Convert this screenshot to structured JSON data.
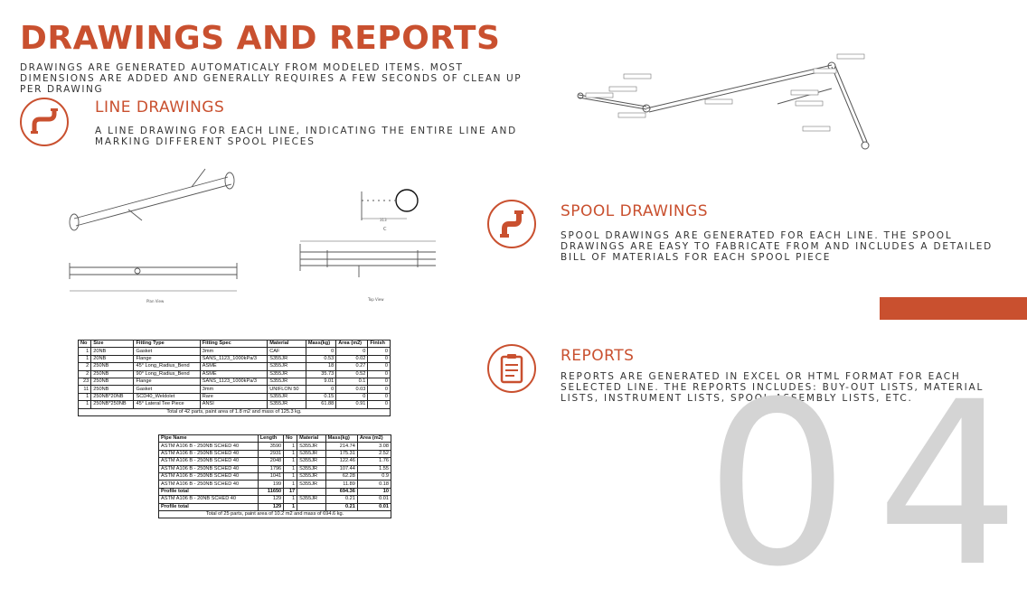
{
  "header": {
    "title": "DRAWINGS AND REPORTS",
    "intro": "DRAWINGS ARE GENERATED AUTOMATICALY FROM MODELED ITEMS. MOST DIMENSIONS ARE ADDED AND GENERALLY REQUIRES A FEW SECONDS OF CLEAN UP PER DRAWING"
  },
  "sections": {
    "line": {
      "title": "LINE DRAWINGS",
      "text": "A LINE DRAWING FOR EACH LINE, INDICATING THE ENTIRE LINE AND MARKING DIFFERENT SPOOL PIECES",
      "icon": "pipe-bend-icon"
    },
    "spool": {
      "title": "SPOOL DRAWINGS",
      "text": "SPOOL DRAWINGS ARE GENERATED FOR EACH LINE. THE SPOOL DRAWINGS ARE EASY TO FABRICATE FROM AND INCLUDES A DETAILED BILL OF MATERIALS FOR EACH SPOOL PIECE",
      "icon": "pipe-spool-icon"
    },
    "reports": {
      "title": "REPORTS",
      "text": "REPORTS ARE GENERATED IN EXCEL OR HTML FORMAT FOR EACH SELECTED LINE. THE REPORTS INCLUDES: BUY-OUT LISTS, MATERIAL LISTS, INSTRUMENT LISTS, SPOOL ASSEMBLY LISTS, ETC.",
      "icon": "clipboard-icon"
    }
  },
  "page_number": "04",
  "colors": {
    "accent": "#c9502f",
    "number": "#d4d4d4"
  },
  "fitting_table": {
    "headers": [
      "No",
      "Size",
      "Fitting Type",
      "Fitting Spec",
      "Material",
      "Mass(kg)",
      "Area (m2)",
      "Finish"
    ],
    "rows": [
      [
        "1",
        "20NB",
        "Gasket",
        "3mm",
        "CAF",
        "0",
        "0",
        "0"
      ],
      [
        "1",
        "20NB",
        "Flange",
        "SANS_1123_1000kPa/3",
        "S355JR",
        "0.53",
        "0.02",
        "0"
      ],
      [
        "2",
        "250NB",
        "45° Long_Radius_Bend",
        "ASME",
        "S355JR",
        "18",
        "0.27",
        "0"
      ],
      [
        "2",
        "250NB",
        "90° Long_Radius_Bend",
        "ASME",
        "S355JR",
        "35.73",
        "0.52",
        "0"
      ],
      [
        "23",
        "250NB",
        "Flange",
        "SANS_1123_1000kPa/3",
        "S355JR",
        "9.01",
        "0.1",
        "0"
      ],
      [
        "11",
        "250NB",
        "Gasket",
        "3mm",
        "UNIFLON 50",
        "0",
        "0.03",
        "0"
      ],
      [
        "1",
        "250NB*20NB",
        "SCD40_Weldolet",
        "Rare",
        "S355JR",
        "0.15",
        "0",
        "0"
      ],
      [
        "1",
        "250NB*250NB",
        "45° Lateral Tee Piece",
        "ANSI",
        "S355JR",
        "61.88",
        "0.91",
        "0"
      ]
    ],
    "footer": "Total of 42 parts, paint area of 1.8 m2 and mass of 125.3 kg."
  },
  "pipe_table": {
    "headers": [
      "Pipe Name",
      "Length",
      "No",
      "Material",
      "Mass(kg)",
      "Area (m2)"
    ],
    "rows": [
      [
        "ASTM A106 B - 250NB SCHED 40",
        "3590",
        "1",
        "S355JR",
        "214.74",
        "3.08"
      ],
      [
        "ASTM A106 B - 250NB SCHED 40",
        "2931",
        "1",
        "S355JR",
        "175.31",
        "2.52"
      ],
      [
        "ASTM A106 B - 250NB SCHED 40",
        "2048",
        "1",
        "S355JR",
        "122.46",
        "1.76"
      ],
      [
        "ASTM A106 B - 250NB SCHED 40",
        "1796",
        "1",
        "S355JR",
        "107.44",
        "1.55"
      ],
      [
        "ASTM A106 B - 250NB SCHED 40",
        "1041",
        "1",
        "S355JR",
        "62.28",
        "0.9"
      ],
      [
        "ASTM A106 B - 250NB SCHED 40",
        "199",
        "1",
        "S355JR",
        "11.89",
        "0.18"
      ],
      [
        "Profile total",
        "11650",
        "17",
        "",
        "694.36",
        "10"
      ],
      [
        "ASTM A106 B - 20NB SCHED 40",
        "129",
        "1",
        "S355JR",
        "0.21",
        "0.01"
      ],
      [
        "Profile total",
        "129",
        "1",
        "",
        "0.21",
        "0.01"
      ]
    ],
    "footer": "Total of 25 parts, paint area of 10.2 m2 and mass of 694.6 kg."
  },
  "drawing_labels": {
    "dim_a": "313",
    "section_c": "C",
    "plan_view": "Plan View",
    "top_view": "Top View"
  }
}
